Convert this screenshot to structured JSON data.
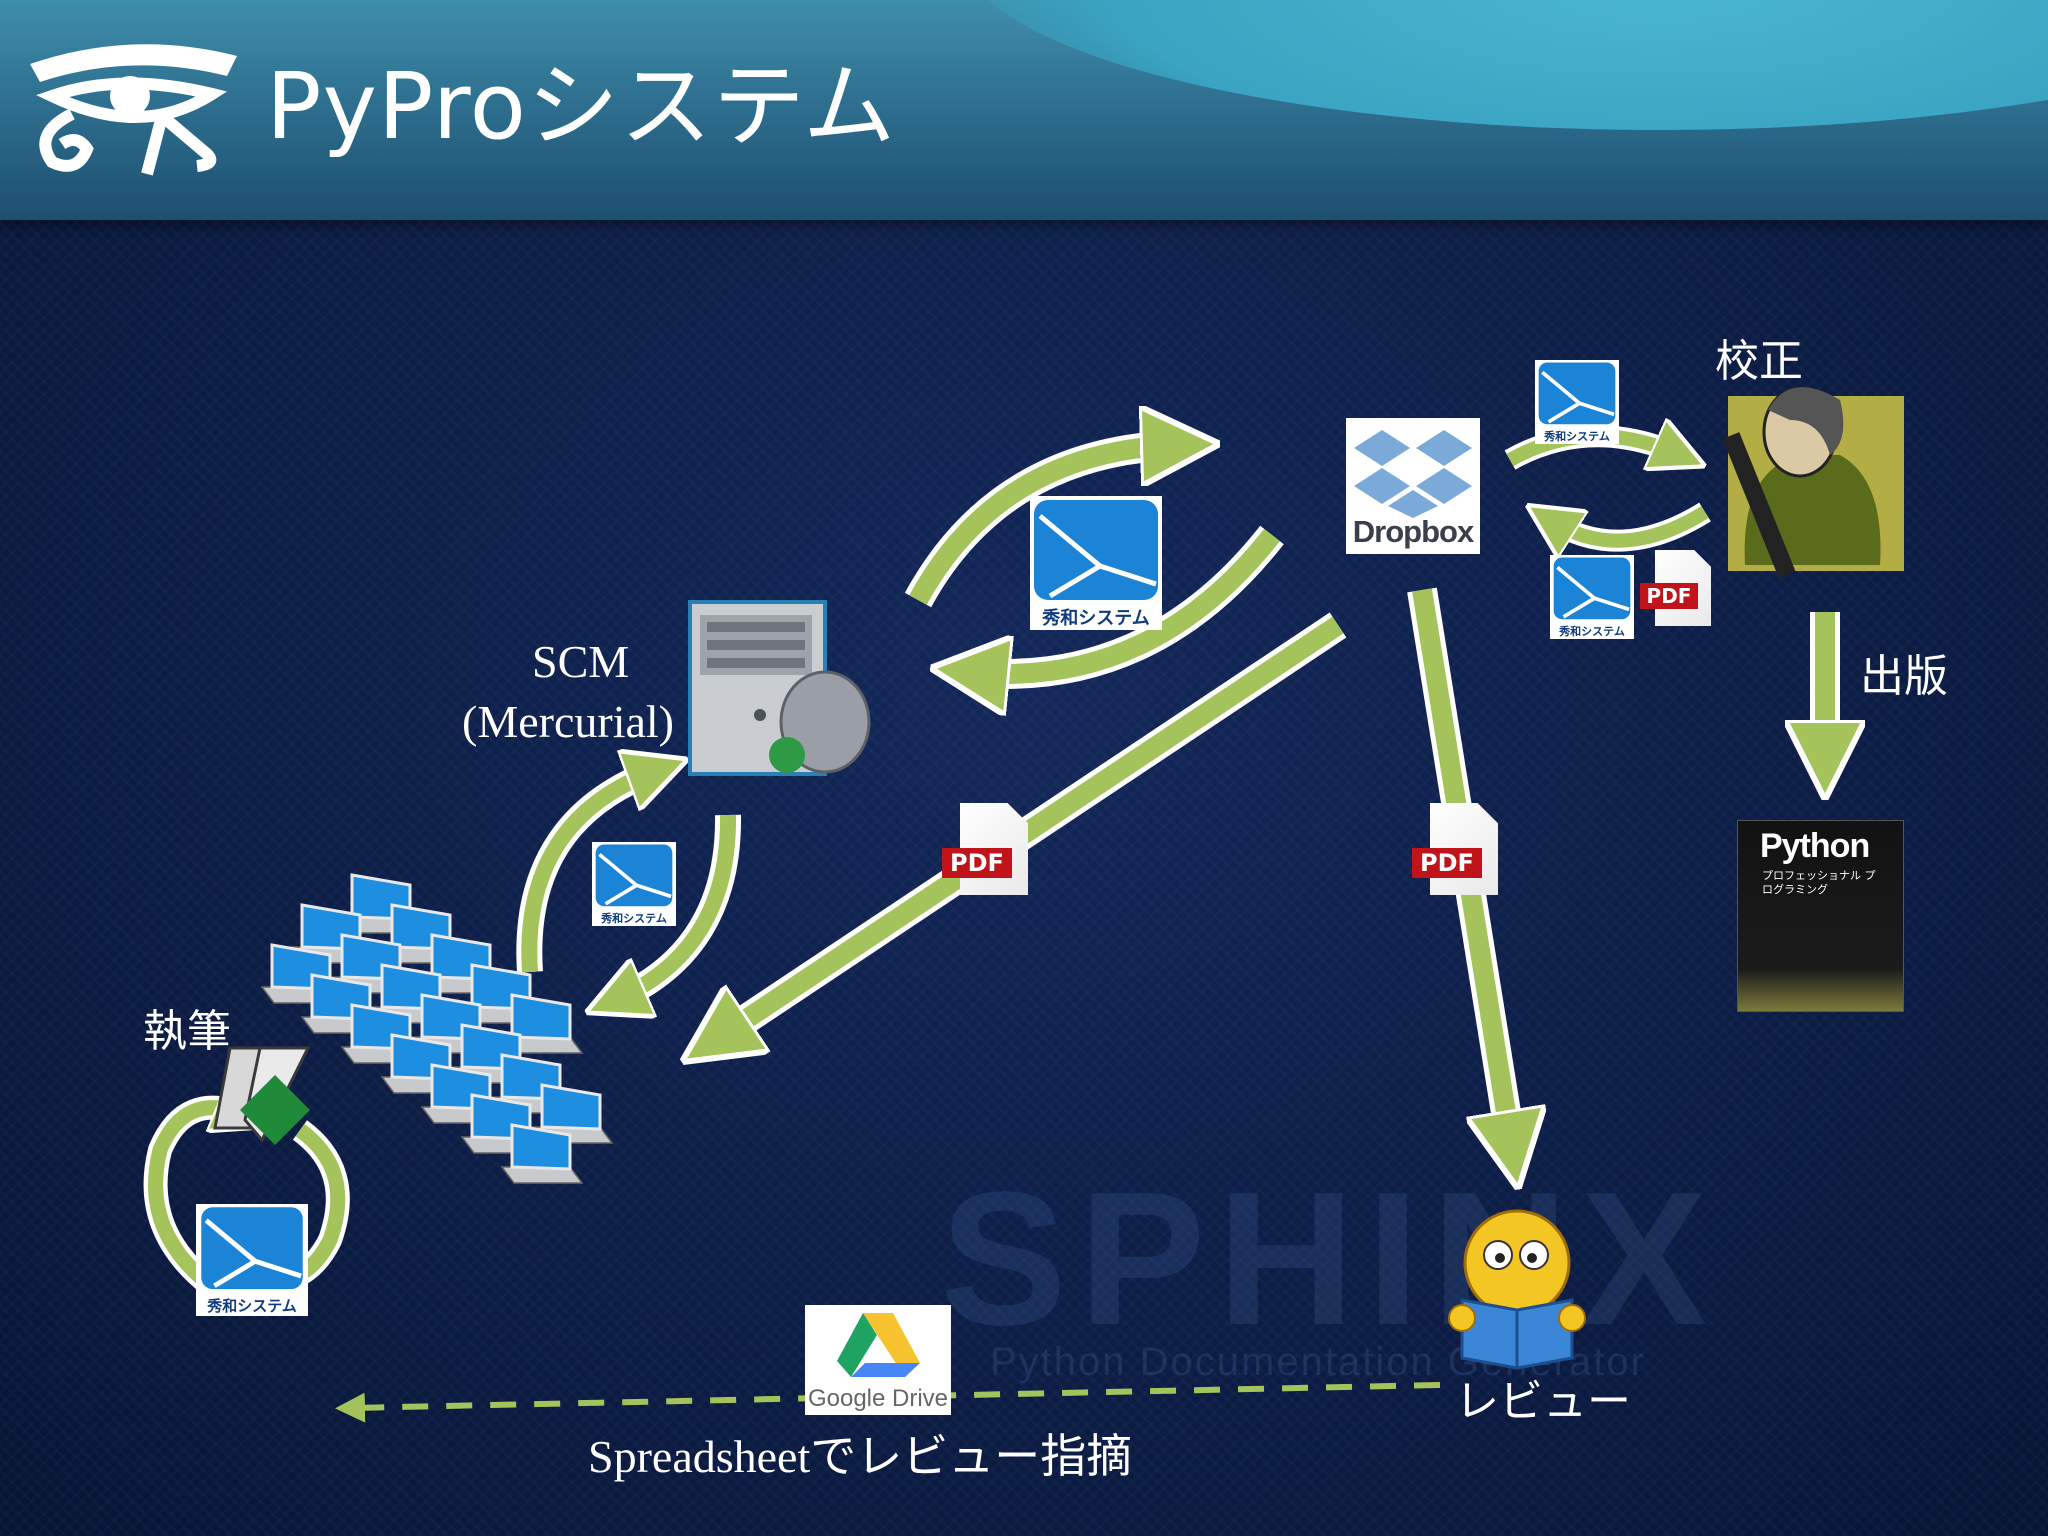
{
  "header": {
    "title": "PyProシステム",
    "logo_icon": "sphinx-eye-icon"
  },
  "nodes": {
    "scm_label": "SCM",
    "scm_sub_label": "(Mercurial)",
    "dropbox_label": "Dropbox",
    "proofread_label": "校正",
    "publish_label": "出版",
    "writing_label": "執筆",
    "review_label": "レビュー",
    "feedback_label": "Spreadsheetでレビュー指摘",
    "google_drive_label": "Google Drive",
    "pdf_tag": "PDF",
    "vim_label": "Vim",
    "seiwa_label": "秀和システム",
    "book": {
      "title": "Python",
      "subtitle": "プロフェッショナル プログラミング"
    }
  },
  "watermark": {
    "main": "SPHINX",
    "sub": "Python Documentation Generator"
  },
  "colors": {
    "arrow_green": "#a4c35b",
    "background": "#0c1d45",
    "header_top": "#3e8fab",
    "pdf_red": "#c0141a"
  },
  "icons": [
    "server-icon",
    "dropbox-icon",
    "proofreader-icon",
    "book-cover-icon",
    "laptops-icon",
    "vim-icon",
    "reviewer-smiley-icon",
    "google-drive-icon",
    "pdf-file-icon",
    "seiwa-logo-icon"
  ]
}
